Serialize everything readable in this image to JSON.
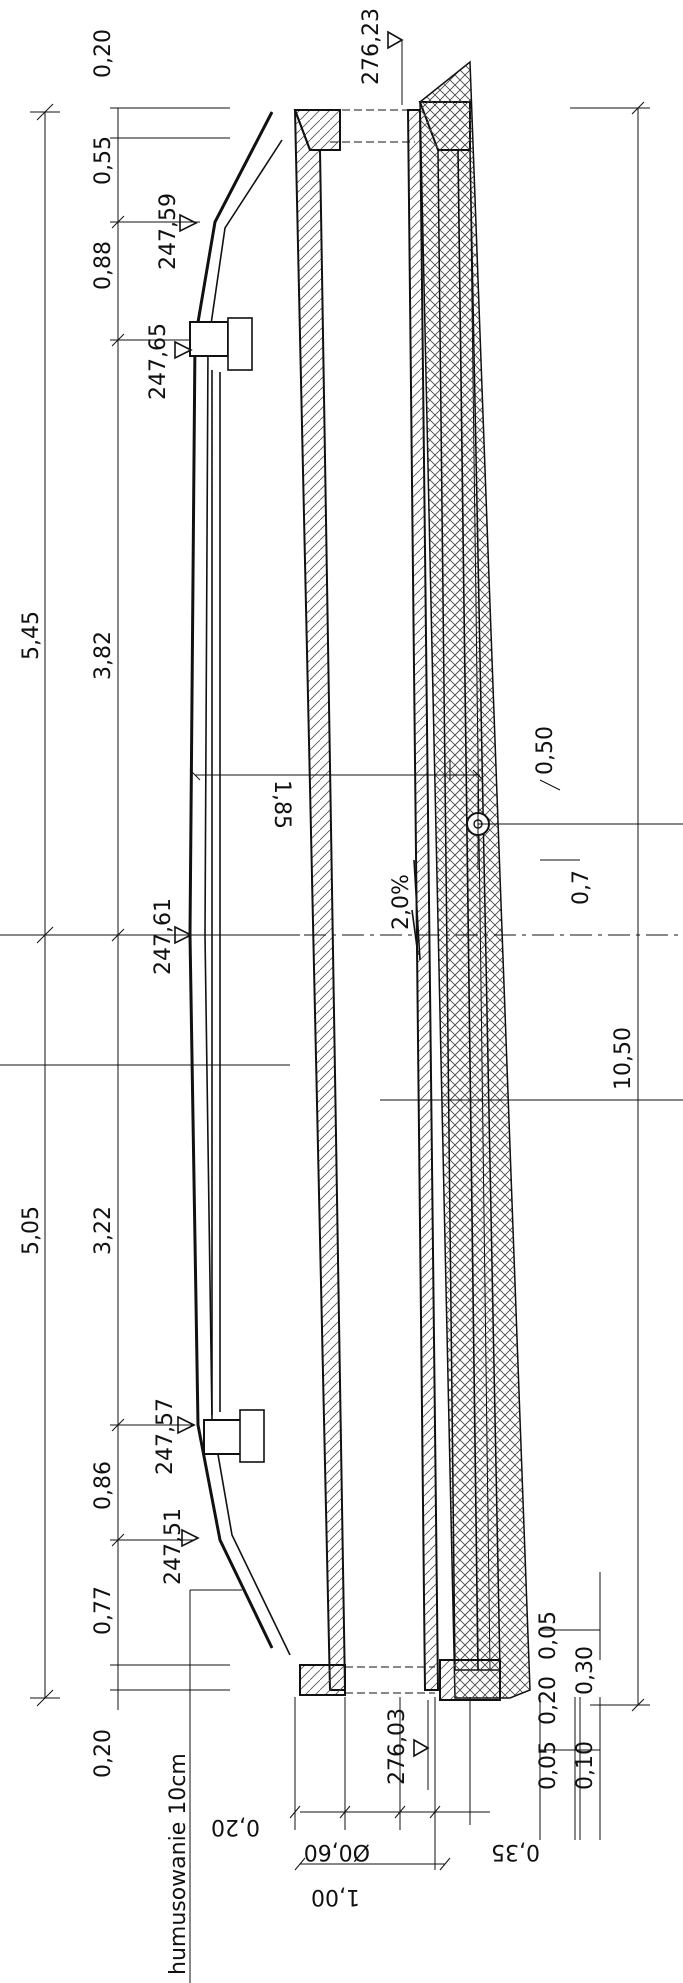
{
  "drawing": {
    "dims_left": {
      "top_edge": "0,20",
      "top_slope": "0,55",
      "top_shoulder": "0,88",
      "upper_road": "3,82",
      "upper_half": "5,45",
      "lower_half": "5,05",
      "lower_road": "3,22",
      "lower_shoulder": "0,86",
      "lower_slope": "0,77",
      "bottom_edge": "0,20"
    },
    "elevations": {
      "e1": "247,59",
      "e2": "247,65",
      "e3": "247,61",
      "e4": "247,57",
      "e5": "247,51"
    },
    "inverts": {
      "top": "276,23",
      "bottom": "276,03"
    },
    "pipe": {
      "dim_185": "1,85",
      "dim_050": "0,50",
      "dim_07": "0,7",
      "slope": "2,0%",
      "width": "10,50"
    },
    "bottom_dims": {
      "d020_left": "0,20",
      "d060": "Ø0,60",
      "d100": "1,00",
      "d035": "0,35",
      "d005a": "0,05",
      "d020b": "0,20",
      "d005b": "0,05",
      "d010": "0,10",
      "d030": "0,30"
    },
    "note": "humusowanie 10cm"
  }
}
